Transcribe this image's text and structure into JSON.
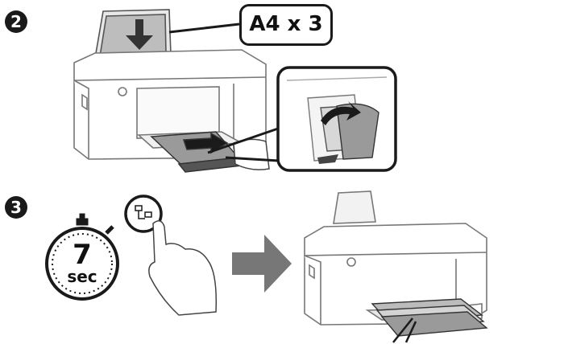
{
  "step2": {
    "number": "2",
    "paper_label": "A4 x 3"
  },
  "step3": {
    "number": "3",
    "timer_value": "7",
    "timer_unit": "sec"
  },
  "icons": [
    "paper-arrow-icon",
    "network-button-icon",
    "stopwatch-icon",
    "right-arrow-icon",
    "hand-press-icon"
  ]
}
